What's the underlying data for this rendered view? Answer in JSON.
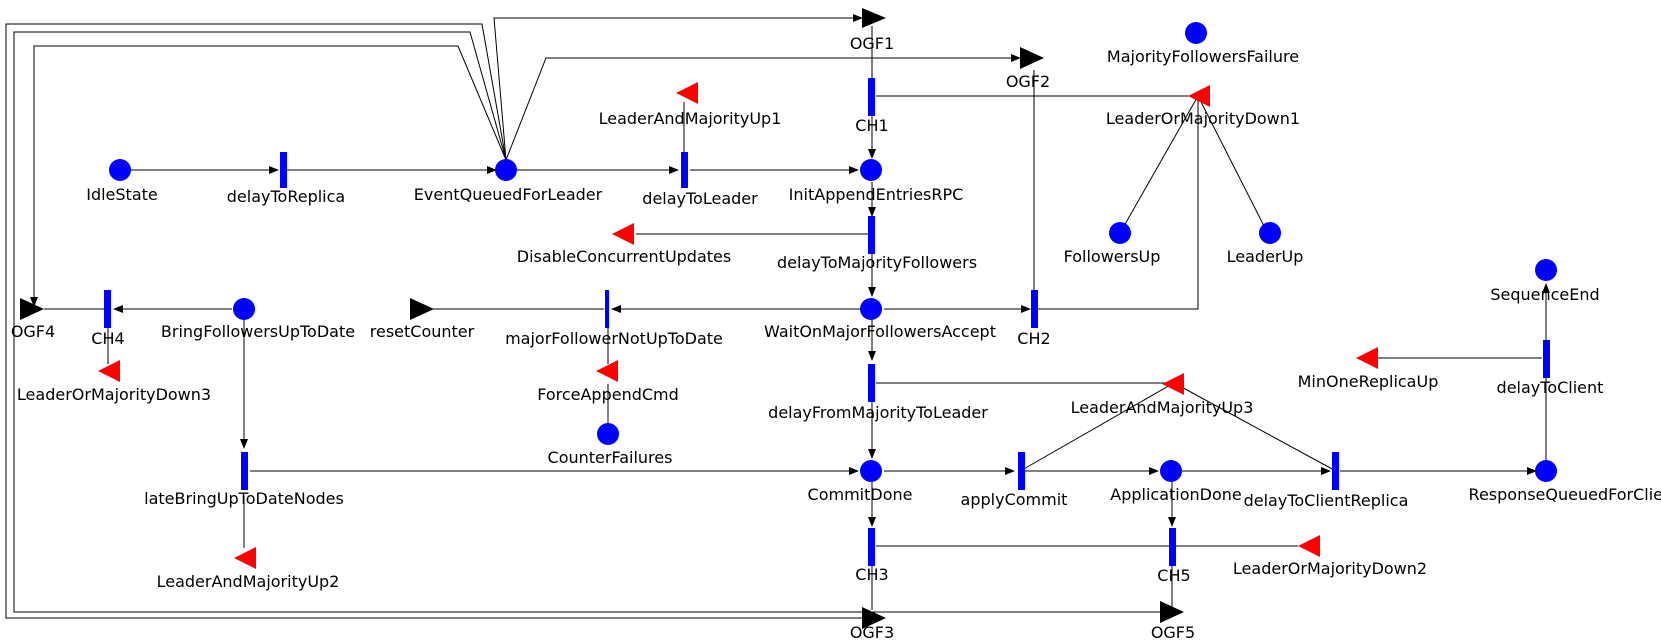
{
  "diagram": {
    "colors": {
      "place": "#0000ff",
      "transition": "#0000ff",
      "gate_output": "#000000",
      "gate_input": "#ff0000",
      "arc": "#000000",
      "background": "#ffffff"
    },
    "places": {
      "IdleState": "IdleState",
      "EventQueuedForLeader": "EventQueuedForLeader",
      "InitAppendEntriesRPC": "InitAppendEntriesRPC",
      "WaitOnMajorFollowersAccept": "WaitOnMajorFollowersAccept",
      "BringFollowersUpToDate": "BringFollowersUpToDate",
      "CommitDone": "CommitDone",
      "ApplicationDone": "ApplicationDone",
      "ResponseQueuedForClient": "ResponseQueuedForClient",
      "SequenceEnd": "SequenceEnd",
      "MajorityFollowersFailure": "MajorityFollowersFailure",
      "FollowersUp": "FollowersUp",
      "LeaderUp": "LeaderUp",
      "CounterFailures": "CounterFailures"
    },
    "transitions": {
      "delayToReplica": "delayToReplica",
      "delayToLeader": "delayToLeader",
      "delayToMajorityFollowers": "delayToMajorityFollowers",
      "delayFromMajorityToLeader": "delayFromMajorityToLeader",
      "majorFollowerNotUpToDate": "majorFollowerNotUpToDate",
      "lateBringUpToDateNodes": "lateBringUpToDateNodes",
      "applyCommit": "applyCommit",
      "delayToClientReplica": "delayToClientReplica",
      "delayToClient": "delayToClient",
      "CH1": "CH1",
      "CH2": "CH2",
      "CH3": "CH3",
      "CH4": "CH4",
      "CH5": "CH5"
    },
    "output_gates": {
      "OGF1": "OGF1",
      "OGF2": "OGF2",
      "OGF3": "OGF3",
      "OGF4": "OGF4",
      "OGF5": "OGF5",
      "resetCounter": "resetCounter"
    },
    "input_gates": {
      "LeaderAndMajorityUp1": "LeaderAndMajorityUp1",
      "LeaderAndMajorityUp2": "LeaderAndMajorityUp2",
      "LeaderAndMajorityUp3": "LeaderAndMajorityUp3",
      "LeaderOrMajorityDown1": "LeaderOrMajorityDown1",
      "LeaderOrMajorityDown2": "LeaderOrMajorityDown2",
      "LeaderOrMajorityDown3": "LeaderOrMajorityDown3",
      "DisableConcurrentUpdates": "DisableConcurrentUpdates",
      "ForceAppendCmd": "ForceAppendCmd",
      "MinOneReplicaUp": "MinOneReplicaUp"
    }
  }
}
